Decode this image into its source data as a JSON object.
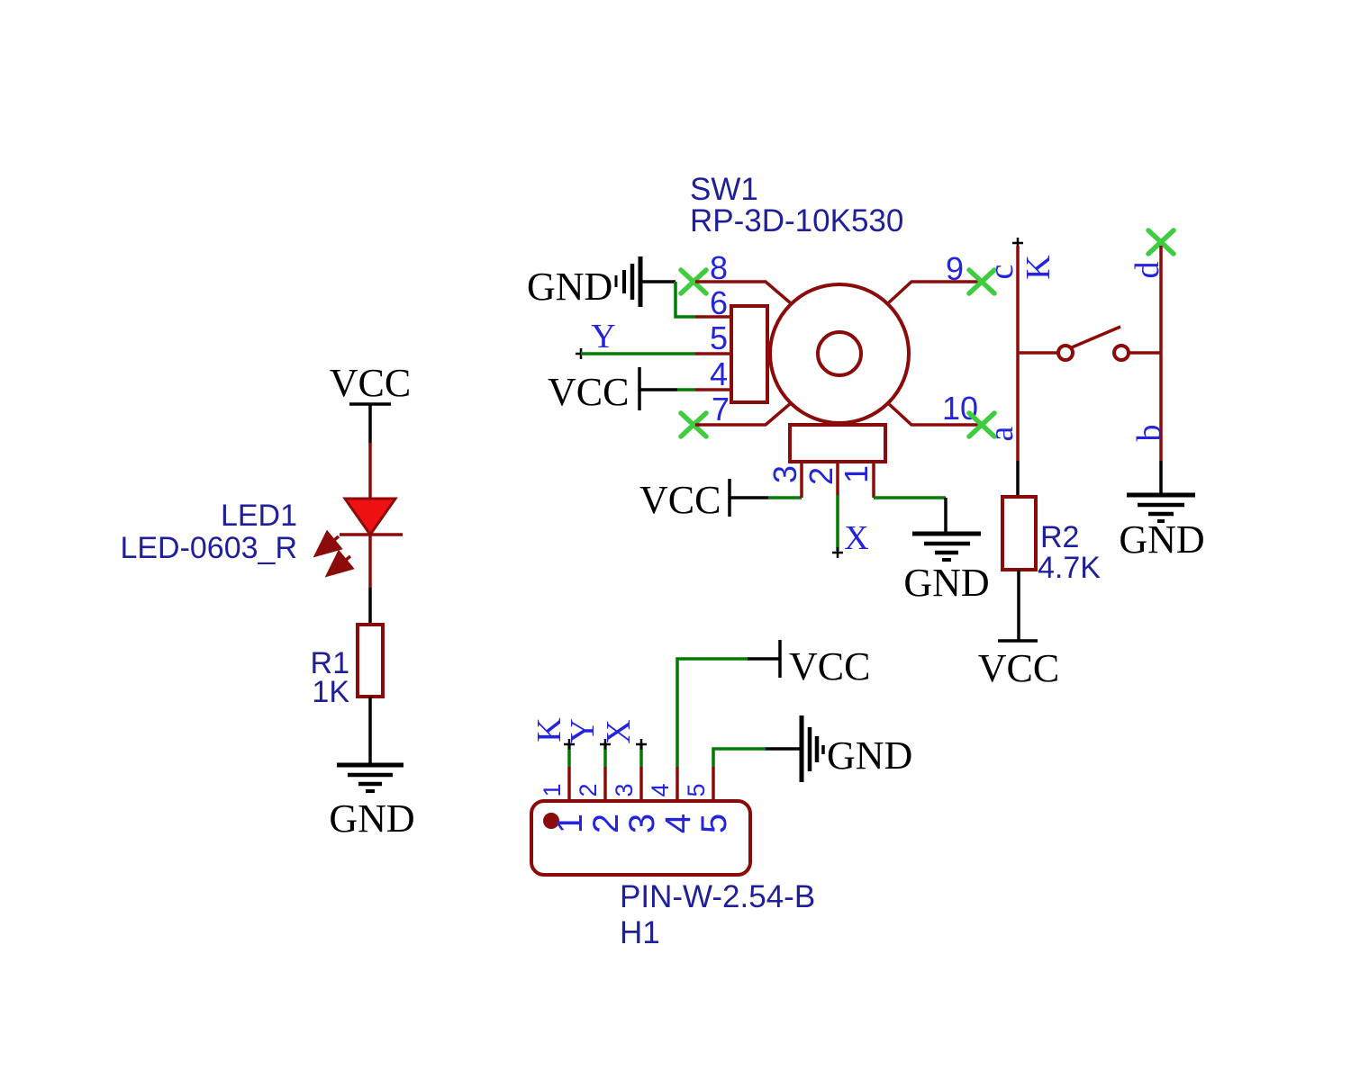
{
  "schematic": {
    "power": {
      "vcc": "VCC",
      "gnd": "GND"
    },
    "nets": {
      "k": "K",
      "y": "Y",
      "x": "X",
      "a": "a",
      "b": "b",
      "c": "c",
      "d": "d"
    },
    "led": {
      "ref": "LED1",
      "package": "LED-0603_R"
    },
    "r1": {
      "ref": "R1",
      "value": "1K"
    },
    "r2": {
      "ref": "R2",
      "value": "4.7K"
    },
    "sw1": {
      "ref": "SW1",
      "part": "RP-3D-10K530",
      "pin8": "8",
      "pin6": "6",
      "pin5": "5",
      "pin4": "4",
      "pin7": "7",
      "pin9": "9",
      "pin10": "10",
      "pin3": "3",
      "pin2": "2",
      "pin1": "1"
    },
    "h1": {
      "ref": "H1",
      "part": "PIN-W-2.54-B",
      "pins": [
        "1",
        "2",
        "3",
        "4",
        "5"
      ],
      "pads": [
        "1",
        "2",
        "3",
        "4",
        "5"
      ]
    },
    "colors": {
      "wire_red": "#8B0B0B",
      "wire_green": "#007B00",
      "no_connect_green": "#40CC40",
      "pin_label_blue": "#2424DD",
      "ref_label_navy": "#1F1F99",
      "led_fill_red": "#EE1111",
      "black": "#000000"
    }
  }
}
